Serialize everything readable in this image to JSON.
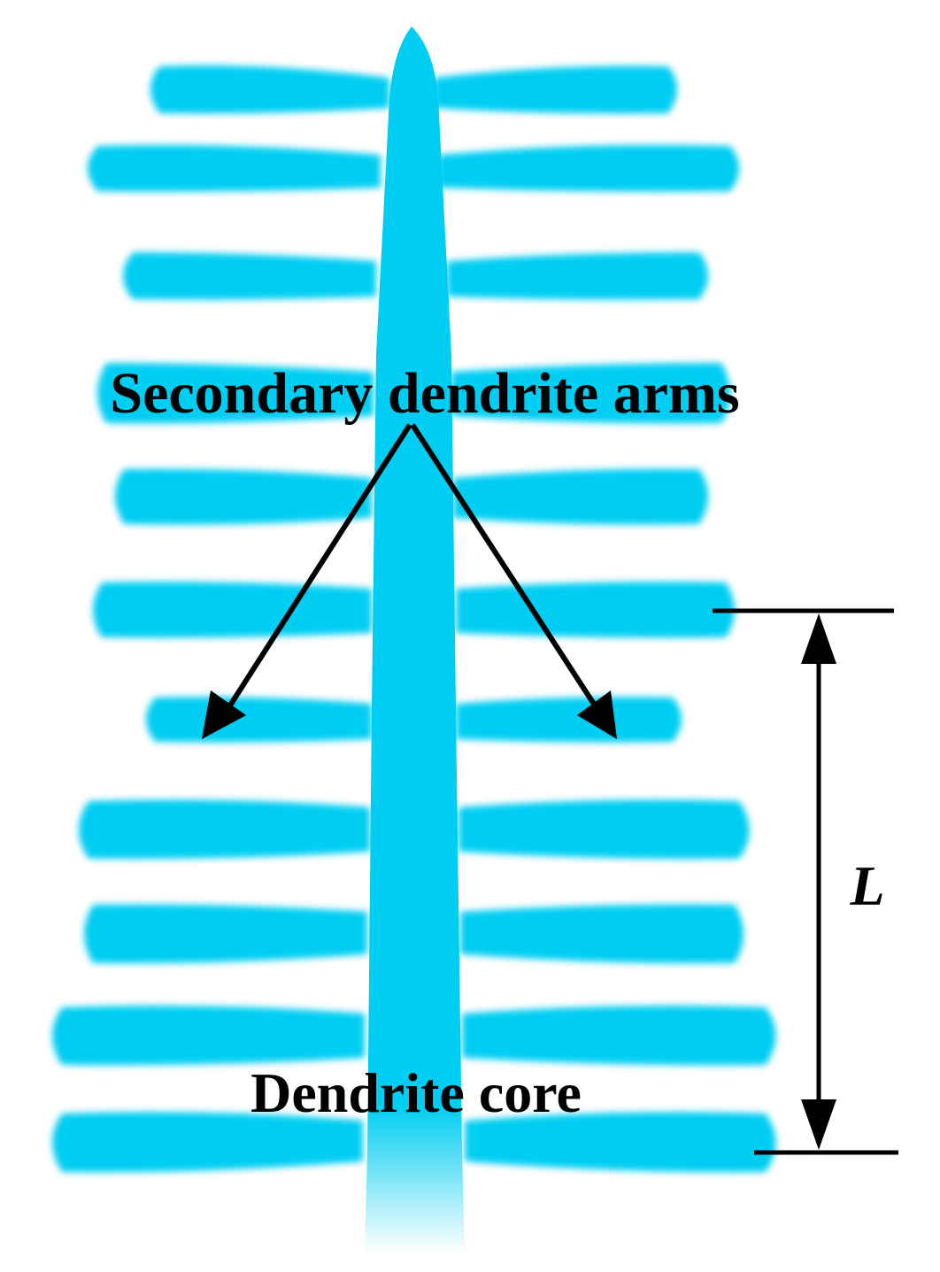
{
  "labels": {
    "secondary_arms": "Secondary dendrite arms",
    "core": "Dendrite core",
    "spacing": "L"
  },
  "colors": {
    "dendrite": "#00cdf2",
    "background": "#ffffff",
    "ink": "#000000"
  }
}
